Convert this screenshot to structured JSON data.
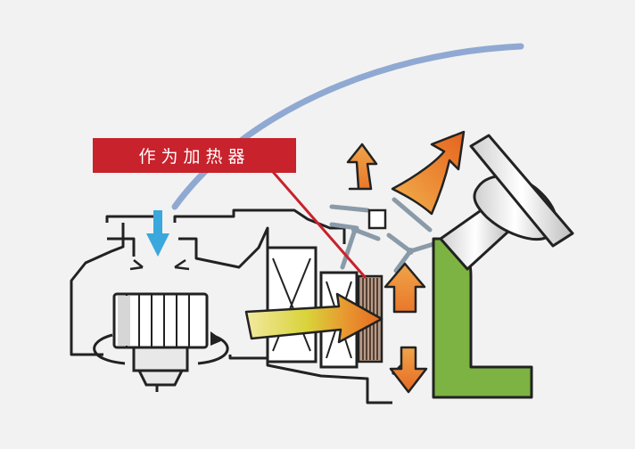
{
  "callout": {
    "label": "作为加热器"
  },
  "colors": {
    "background": "#f2f2f2",
    "label_red": "#c8222c",
    "windshield_blue": "#8fa9d2",
    "intake_arrow_blue": "#3aa8dc",
    "dashboard_green": "#7cb342",
    "heat_arrow_orange": "#e8782a",
    "core_brown": "#b89a86"
  },
  "icons": [
    "windshield-line",
    "intake-arrow-icon",
    "blower-fan-icon",
    "rotation-arrow-icon",
    "evaporator-core-icon",
    "heater-core-icon",
    "airflow-arrow-icon",
    "steering-wheel-icon",
    "dashboard-panel"
  ]
}
